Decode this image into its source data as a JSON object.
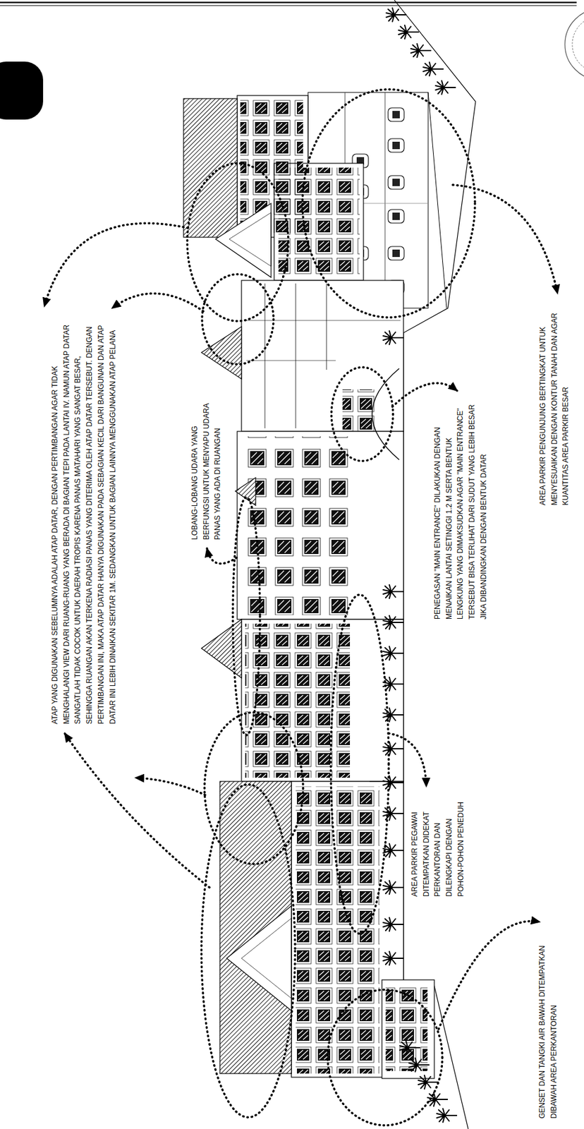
{
  "diagram": {
    "labels": [
      "ATAP YANG DIGUNAKAN SEBELUMNYA ADALAH ATAP DATAR, DENGAN PERTIMBANGAN AGAR TIDAK MENGHALANGI VIEW DARI RUANG-RUANG YANG BERADA DI BAGIAN TEPI PADA LANTAI IV. NAMUN ATAP DATAR SANGATLAH TIDAK COCOK UNTUK DAERAH TROPIS KARENA PANAS MATAHARI YANG SANGAT BESAR, SEHINGGA RUANGAN AKAN TERKENA RADIASI PANAS YANG DITERIMA OLEH ATAP DATAR TERSEBUT. DENGAN PERTIMBANGAN INI, MAKA ATAP DATAR HANYA DIGUNAKAN PADA SEBAGIAN KECIL DARI BANGUNAN DAN ATAP DATAR INI LEBIH DINAIKAN SEKITAR 1M. SEDANGKAN UNTUK BAGIAN LAINNYA MENGGUNAKAN ATAP PELANA",
      "LOBANG-LOBANG UDARA YANG BERFUNGSI UNTUK MENYAPU UDARA PANAS YANG ADA DI RUANGAN",
      "PENEGASAN \"MAIN ENTRANCE\" DILAKUKAN DENGAN MENAIKAN LANTAI SETINGGI 1.2 M SERTA BENTUK LENGKUNG YANG DIMAKSUDKAN AGAR \"MAIN ENTRANCE\" TERSEBUT BISA TERLIHAT DARI SUDUT YANG LEBIH BESAR JIKA DIBANDINGKAN DENGAN BENTUK DATAR",
      "AREA PARKIR PENGUNJUNG BERTINGKAT UNTUK MENYESUAIKAN DENGAN KONTUR TANAH DAN AGAR KUANTITAS AREA PARKIR BESAR",
      "AREA PARKIR PEGAWAI DITEMPATKAN DIDEKAT PERKANTORAN DAN DILENGKAPI DENGAN POHON-POHON PENEDUH",
      "GENSET DAN TANGKI AIR BAWAH DITEMPATKAN DIBAWAH AREA PERKANTORAN"
    ]
  }
}
